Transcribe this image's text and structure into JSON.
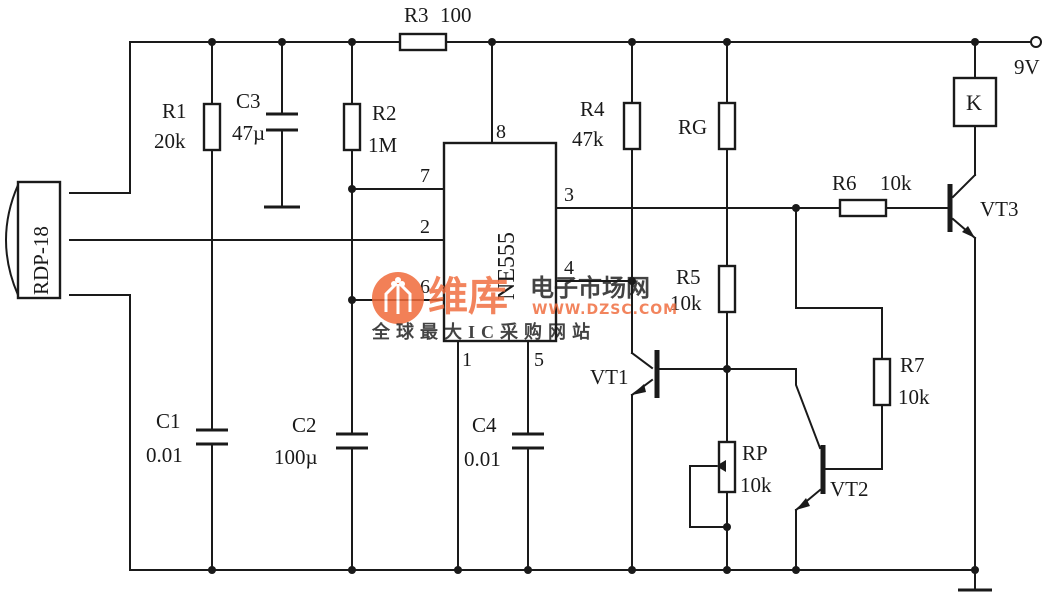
{
  "supply_voltage": "9V",
  "components": {
    "sensor": "RDP-18",
    "ic": "NE555",
    "r1": {
      "name": "R1",
      "value": "20k"
    },
    "r2": {
      "name": "R2",
      "value": "1M"
    },
    "r3": {
      "name": "R3",
      "value": "100"
    },
    "r4": {
      "name": "R4",
      "value": "47k"
    },
    "r5": {
      "name": "R5",
      "value": "10k"
    },
    "r6": {
      "name": "R6",
      "value": "10k"
    },
    "r7": {
      "name": "R7",
      "value": "10k"
    },
    "rg": {
      "name": "RG"
    },
    "rp": {
      "name": "RP",
      "value": "10k"
    },
    "c1": {
      "name": "C1",
      "value": "0.01"
    },
    "c2": {
      "name": "C2",
      "value": "100µ"
    },
    "c3": {
      "name": "C3",
      "value": "47µ"
    },
    "c4": {
      "name": "C4",
      "value": "0.01"
    },
    "relay": "K",
    "vt1": "VT1",
    "vt2": "VT2",
    "vt3": "VT3"
  },
  "ic_pins": [
    "8",
    "7",
    "2",
    "6",
    "3",
    "4",
    "1",
    "5"
  ],
  "watermark": {
    "brand": "维库",
    "title": "电子市场网",
    "url": "WWW.DZSC.COM",
    "slogan": "全球最大IC采购网站"
  }
}
